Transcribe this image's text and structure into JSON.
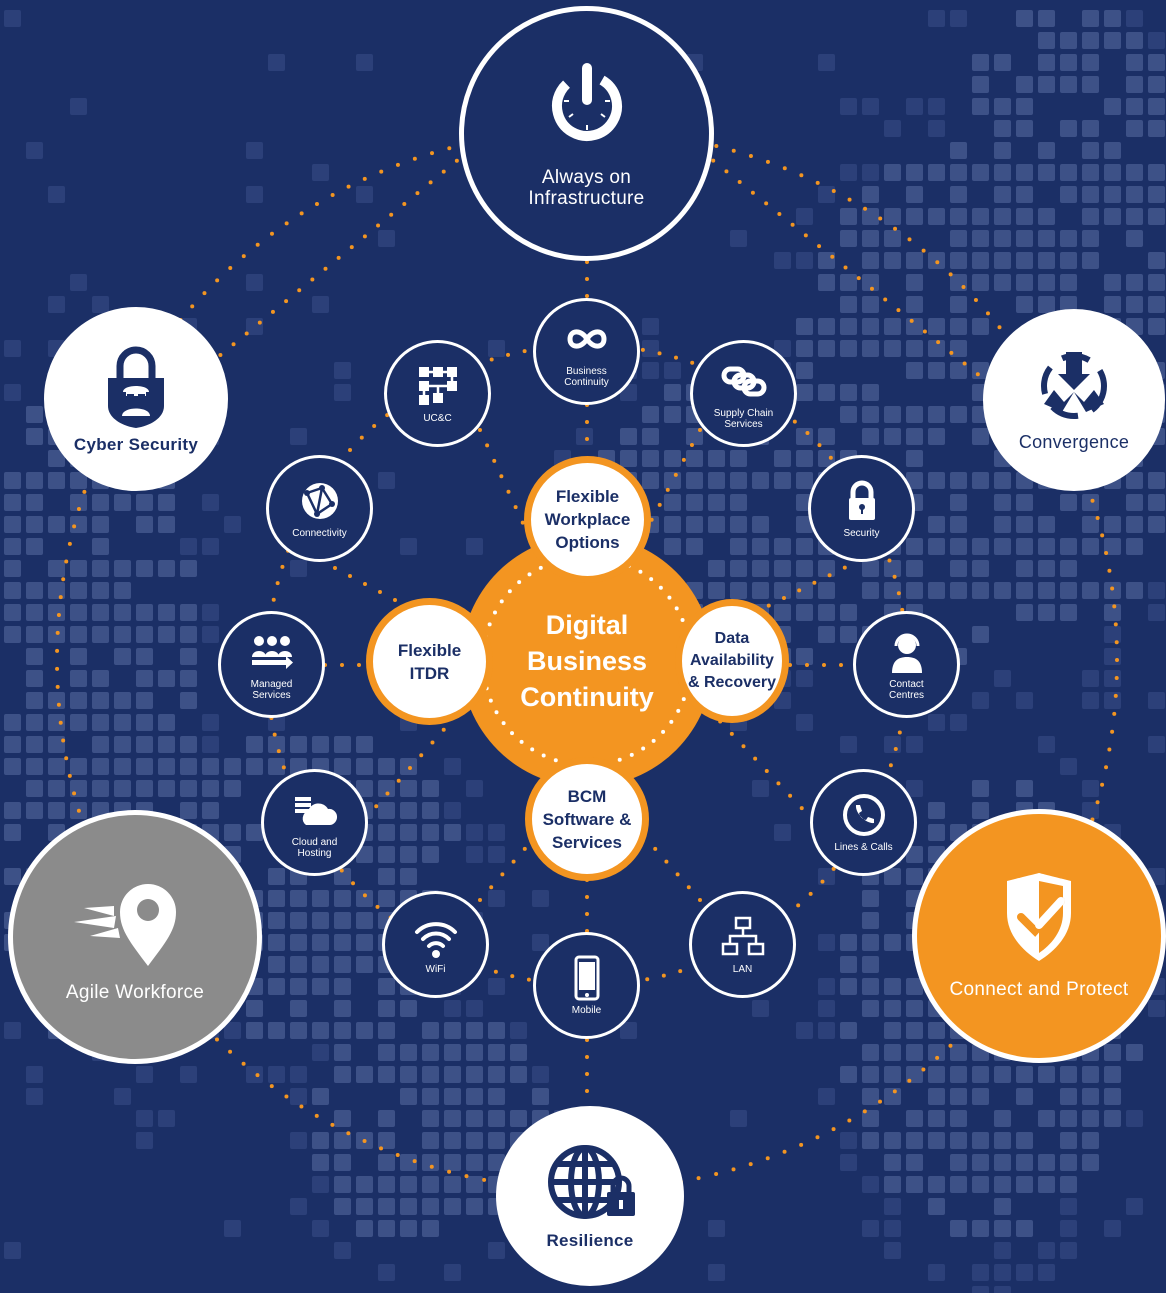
{
  "colors": {
    "background": "#1b2f66",
    "accent": "#f39521",
    "white": "#ffffff",
    "grey": "#8b8b8b"
  },
  "hub": {
    "label": "Digital\nBusiness\nContinuity"
  },
  "inner_nodes": [
    {
      "id": "flexible-workplace",
      "label": "Flexible\nWorkplace\nOptions"
    },
    {
      "id": "data-availability",
      "label": "Data\nAvailability\n& Recovery"
    },
    {
      "id": "bcm-software",
      "label": "BCM\nSoftware &\nServices"
    },
    {
      "id": "flexible-itdr",
      "label": "Flexible\nITDR"
    }
  ],
  "ring_nodes": [
    {
      "id": "business-continuity",
      "label": "Business\nContinuity",
      "icon": "infinity-icon"
    },
    {
      "id": "supply-chain",
      "label": "Supply Chain\nServices",
      "icon": "chain-link-icon"
    },
    {
      "id": "security",
      "label": "Security",
      "icon": "padlock-icon"
    },
    {
      "id": "contact-centres",
      "label": "Contact\nCentres",
      "icon": "headset-agent-icon"
    },
    {
      "id": "lines-calls",
      "label": "Lines & Calls",
      "icon": "phone-icon"
    },
    {
      "id": "lan",
      "label": "LAN",
      "icon": "network-icon"
    },
    {
      "id": "mobile",
      "label": "Mobile",
      "icon": "smartphone-icon"
    },
    {
      "id": "wifi",
      "label": "WiFi",
      "icon": "wifi-icon"
    },
    {
      "id": "cloud-hosting",
      "label": "Cloud and\nHosting",
      "icon": "cloud-server-icon"
    },
    {
      "id": "managed-services",
      "label": "Managed\nServices",
      "icon": "team-icon"
    },
    {
      "id": "connectivity",
      "label": "Connectivity",
      "icon": "globe-network-icon"
    },
    {
      "id": "ucc",
      "label": "UC&C",
      "icon": "flowchart-icon"
    }
  ],
  "outer_nodes": [
    {
      "id": "always-on",
      "label": "Always on\nInfrastructure",
      "icon": "power-icon"
    },
    {
      "id": "convergence",
      "label": "Convergence",
      "icon": "convergence-icon"
    },
    {
      "id": "connect-protect",
      "label": "Connect and Protect",
      "icon": "shield-check-icon"
    },
    {
      "id": "resilience",
      "label": "Resilience",
      "icon": "globe-lock-icon"
    },
    {
      "id": "agile-workforce",
      "label": "Agile Workforce",
      "icon": "location-pin-icon"
    },
    {
      "id": "cyber-security",
      "label": "Cyber Security",
      "icon": "hacker-lock-icon"
    }
  ]
}
